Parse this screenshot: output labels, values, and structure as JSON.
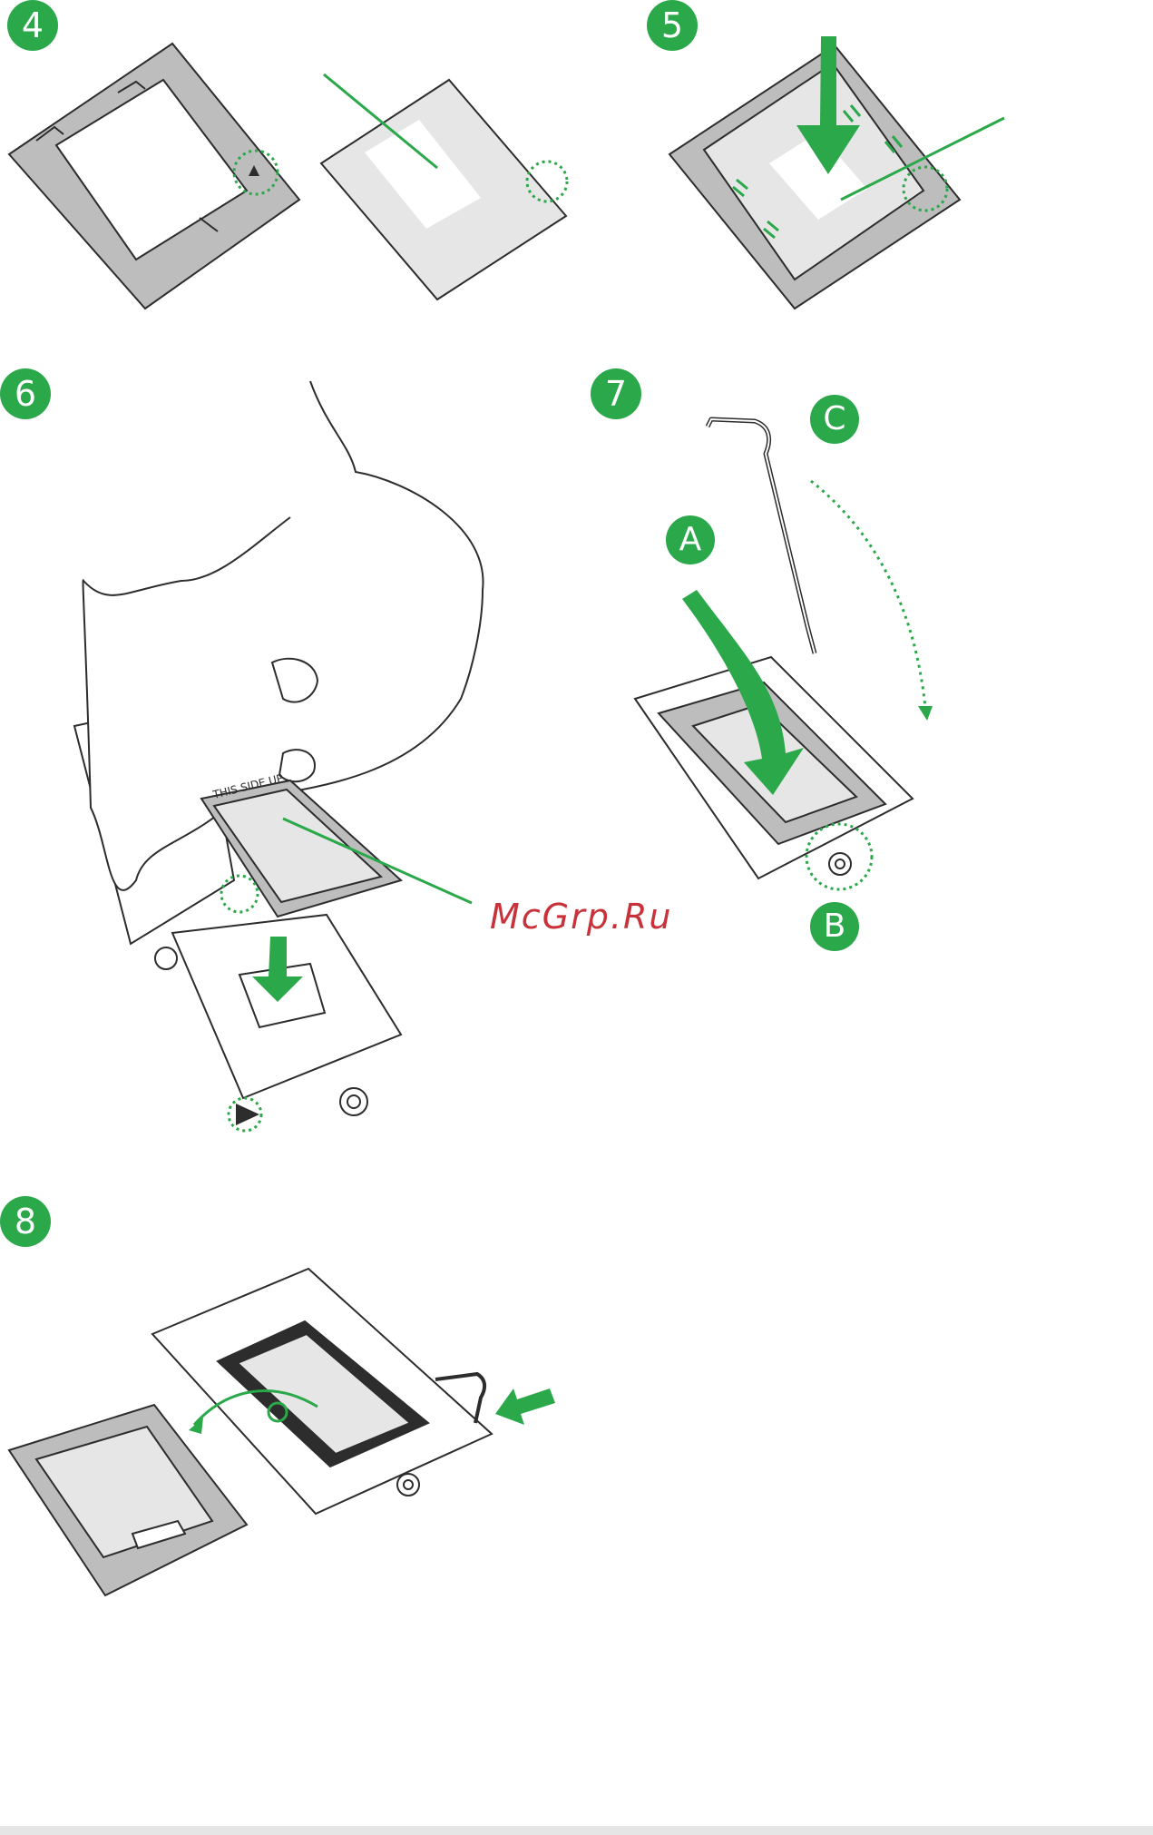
{
  "steps": {
    "step4": "4",
    "step5": "5",
    "step6": "6",
    "step7": "7",
    "step8": "8"
  },
  "callouts": {
    "a": "A",
    "b": "B",
    "c": "C"
  },
  "cpu_label": "THIS SIDE UP",
  "watermark": "McGrp.Ru",
  "colors": {
    "accent": "#2aa84a",
    "line": "#2d2d2d",
    "frame": "#bdbdbd",
    "cpu": "#e6e6e6",
    "watermark": "#c8323a"
  }
}
